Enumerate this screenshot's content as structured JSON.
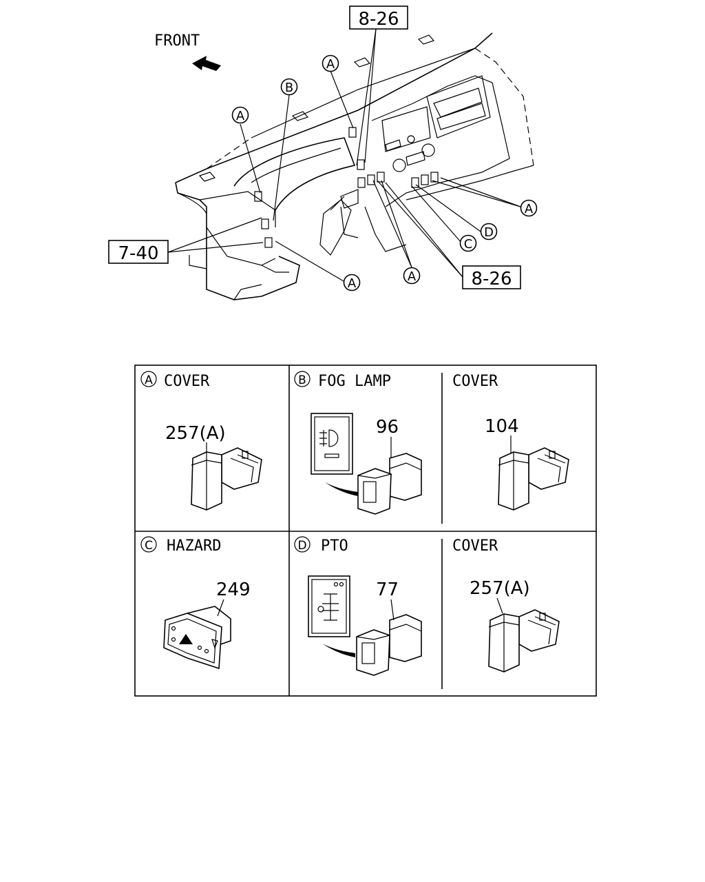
{
  "overview": {
    "front_label": "FRONT",
    "ref_boxes": [
      "8-26",
      "7-40",
      "8-26"
    ],
    "callouts": [
      "A",
      "B",
      "A",
      "A",
      "D",
      "C",
      "A",
      "A"
    ]
  },
  "table": {
    "cells": [
      {
        "letter": "A",
        "title": "COVER",
        "part": "257(A)"
      },
      {
        "letter": "B",
        "title": "FOG LAMP",
        "part": "96"
      },
      {
        "letter": "",
        "title": "COVER",
        "part": "104"
      },
      {
        "letter": "C",
        "title": "HAZARD",
        "part": "249"
      },
      {
        "letter": "D",
        "title": "PTO",
        "part": "77"
      },
      {
        "letter": "",
        "title": "COVER",
        "part": "257(A)"
      }
    ]
  }
}
